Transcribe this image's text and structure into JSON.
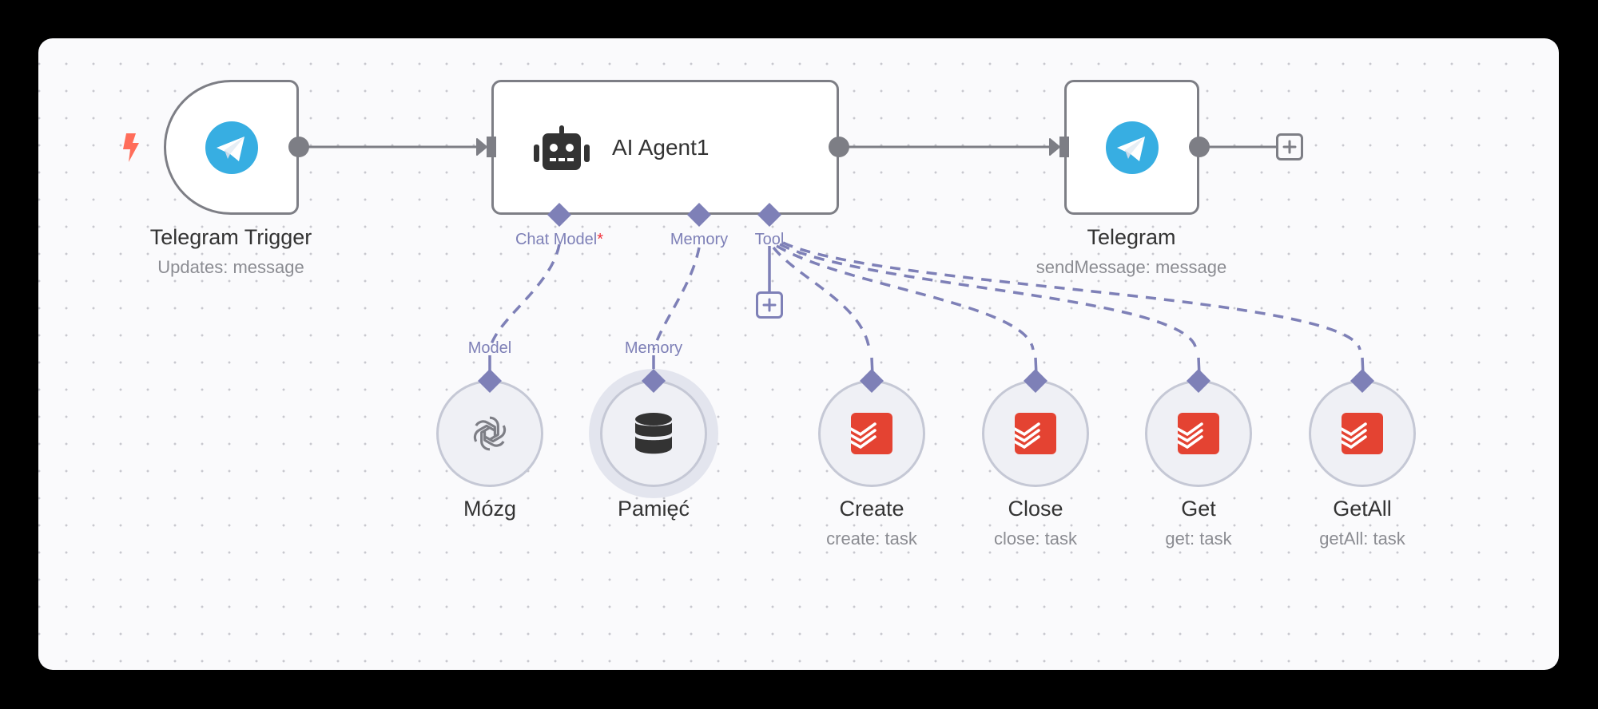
{
  "colors": {
    "canvas_bg": "#fafafc",
    "main_edge": "#7d7e85",
    "ai_edge": "#7e80b7",
    "telegram_blue": "#37aee2",
    "todoist_red": "#e44332",
    "trigger_bolt": "#ff6d5a",
    "required_marker": "#f0303a"
  },
  "nodes": {
    "trigger": {
      "title": "Telegram Trigger",
      "subtitle": "Updates: message",
      "icon": "telegram-icon",
      "badge_icon": "lightning-bolt-icon"
    },
    "agent": {
      "title": "AI Agent1",
      "icon": "robot-icon",
      "ports": {
        "chat_model": "Chat Model",
        "chat_model_required": "*",
        "memory": "Memory",
        "tool": "Tool"
      }
    },
    "telegram": {
      "title": "Telegram",
      "subtitle": "sendMessage: message",
      "icon": "telegram-icon"
    },
    "model": {
      "title": "Mózg",
      "port_label": "Model",
      "icon": "openai-icon"
    },
    "memory": {
      "title": "Pamięć",
      "port_label": "Memory",
      "icon": "database-icon",
      "selected": true
    },
    "tools": [
      {
        "title": "Create",
        "subtitle": "create: task",
        "icon": "todoist-icon"
      },
      {
        "title": "Close",
        "subtitle": "close: task",
        "icon": "todoist-icon"
      },
      {
        "title": "Get",
        "subtitle": "get: task",
        "icon": "todoist-icon"
      },
      {
        "title": "GetAll",
        "subtitle": "getAll: task",
        "icon": "todoist-icon"
      }
    ]
  },
  "connections": [
    {
      "from": "Telegram Trigger",
      "to": "AI Agent1",
      "type": "main"
    },
    {
      "from": "AI Agent1",
      "to": "Telegram",
      "type": "main"
    },
    {
      "from": "Mózg",
      "to": "AI Agent1",
      "type": "ai_languageModel"
    },
    {
      "from": "Pamięć",
      "to": "AI Agent1",
      "type": "ai_memory"
    },
    {
      "from": "Create",
      "to": "AI Agent1",
      "type": "ai_tool"
    },
    {
      "from": "Close",
      "to": "AI Agent1",
      "type": "ai_tool"
    },
    {
      "from": "Get",
      "to": "AI Agent1",
      "type": "ai_tool"
    },
    {
      "from": "GetAll",
      "to": "AI Agent1",
      "type": "ai_tool"
    }
  ]
}
